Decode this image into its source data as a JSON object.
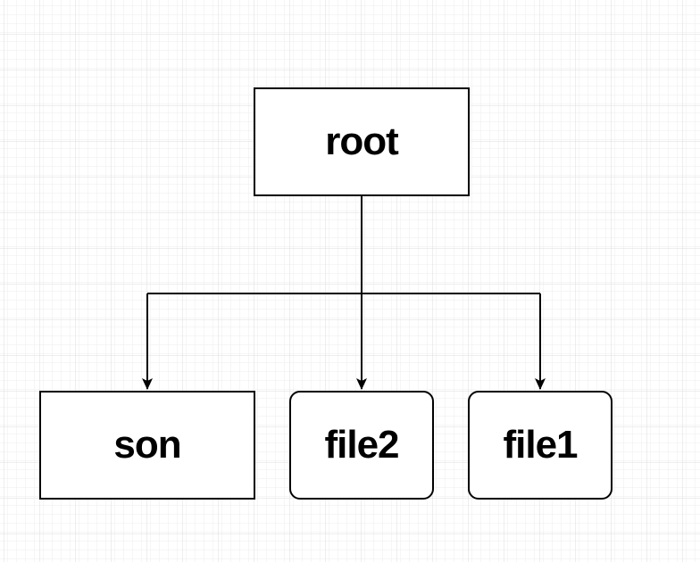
{
  "diagram": {
    "nodes": [
      {
        "id": "root",
        "label": "root",
        "shape": "rectangle"
      },
      {
        "id": "son",
        "label": "son",
        "shape": "rectangle"
      },
      {
        "id": "file2",
        "label": "file2",
        "shape": "rounded-rectangle"
      },
      {
        "id": "file1",
        "label": "file1",
        "shape": "rounded-rectangle"
      }
    ],
    "edges": [
      {
        "from": "root",
        "to": "son"
      },
      {
        "from": "root",
        "to": "file2"
      },
      {
        "from": "root",
        "to": "file1"
      }
    ]
  },
  "style": {
    "background": "#ffffff",
    "grid_minor": "#eeeeee",
    "grid_major": "#dcdcdc",
    "stroke": "#000000"
  }
}
